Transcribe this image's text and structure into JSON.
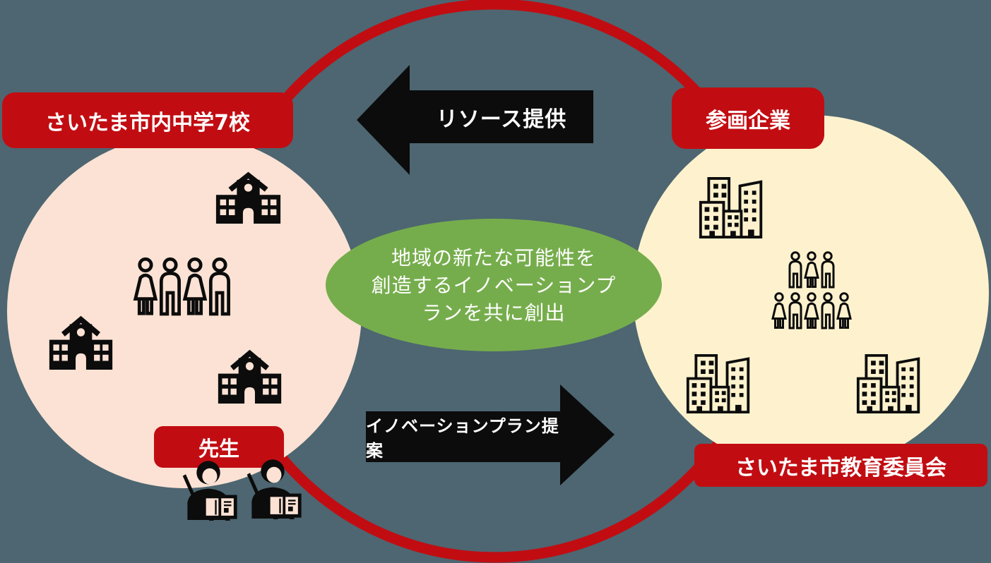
{
  "colors": {
    "background": "#4d6671",
    "red": "#c10d12",
    "schools_circle_fill": "#fbe2d4",
    "companies_circle_fill": "#fdf2cd",
    "center_ellipse_fill": "#76ad4c",
    "icon_black": "#0c0c0c",
    "text_white": "#ffffff"
  },
  "badges": {
    "schools": "さいたま市内中学7校",
    "companies": "参画企業",
    "teachers": "先生",
    "board_of_education": "さいたま市教育委員会"
  },
  "arrows": {
    "resource": {
      "label": "リソース提供",
      "direction": "left"
    },
    "proposal": {
      "label": "イノベーションプラン提案",
      "direction": "right"
    }
  },
  "center_message": {
    "lines": [
      "地域の新たな可能性を",
      "創造するイノベーションプ",
      "ランを共に創出"
    ]
  },
  "icons": {
    "schools_circle": [
      "school-icon",
      "students-group-icon",
      "school-icon",
      "school-icon",
      "teacher-icon",
      "teacher-icon"
    ],
    "companies_circle": [
      "office-buildings-icon",
      "people-group-icon",
      "office-buildings-icon",
      "office-buildings-icon"
    ]
  }
}
